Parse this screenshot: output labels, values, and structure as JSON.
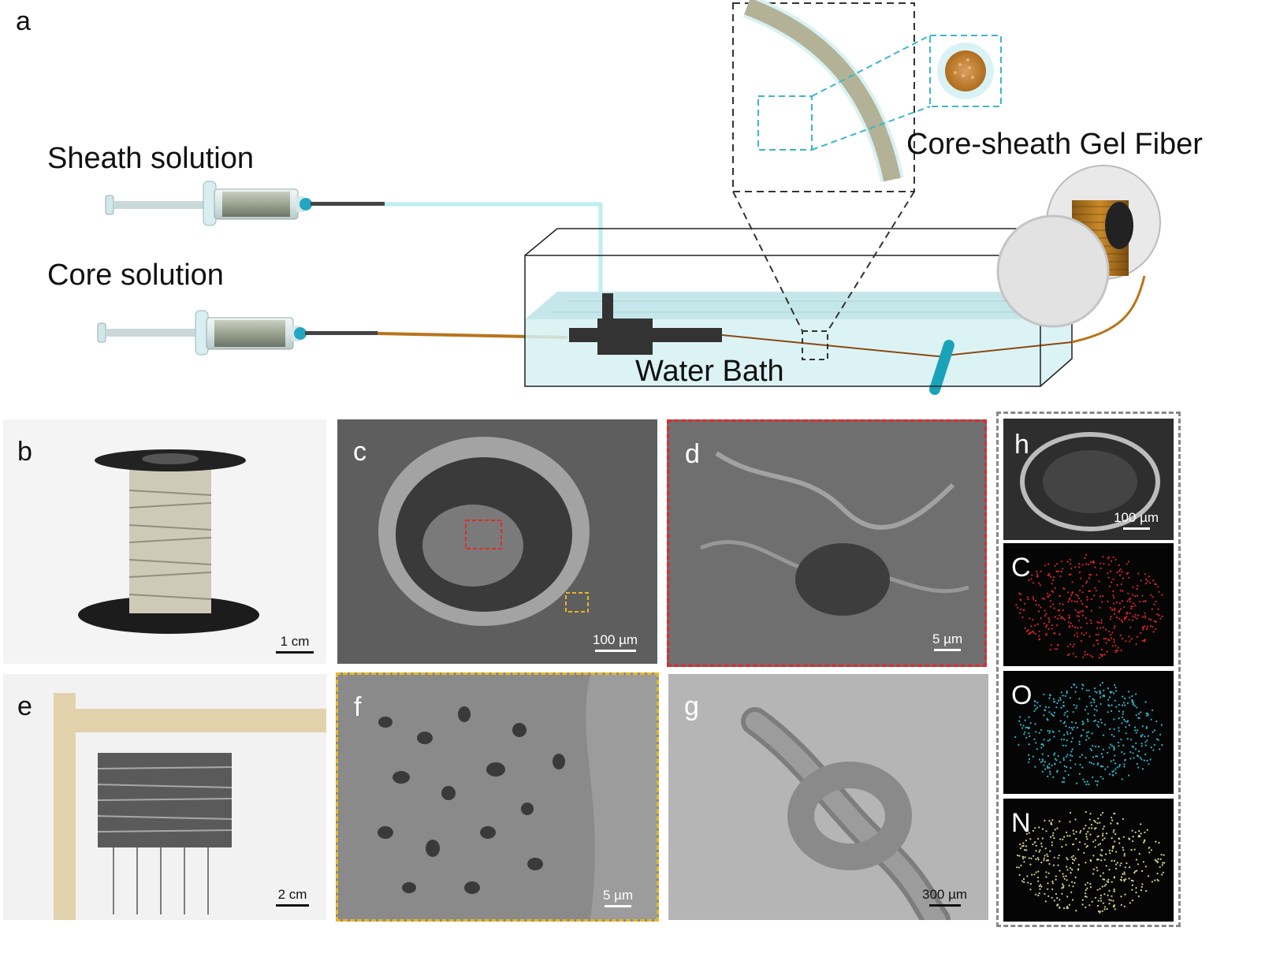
{
  "panel_a": {
    "label": "a",
    "sheath_label": "Sheath solution",
    "core_label": "Core solution",
    "water_bath_label": "Water Bath",
    "fiber_label": "Core-sheath Gel Fiber"
  },
  "panels": {
    "b": {
      "label": "b",
      "scale": "1 cm"
    },
    "c": {
      "label": "c",
      "scale": "100 µm"
    },
    "d": {
      "label": "d",
      "scale": "5 µm"
    },
    "e": {
      "label": "e",
      "scale": "2 cm"
    },
    "f": {
      "label": "f",
      "scale": "5 µm"
    },
    "g": {
      "label": "g",
      "scale": "300 µm"
    },
    "h": {
      "label": "h",
      "scale": "100 µm"
    }
  },
  "eds_maps": [
    {
      "element": "C",
      "color": "#e0242a"
    },
    {
      "element": "O",
      "color": "#2bb8cc"
    },
    {
      "element": "N",
      "color": "#d8d38a"
    }
  ],
  "colors": {
    "sheath_line": "#bfeef2",
    "core_line": "#b8741c",
    "water": "#d6f1f3",
    "box_red": "#e02a2a",
    "box_yellow": "#e8b820",
    "box_cyan": "#3bb6cc",
    "box_gray": "#888888"
  }
}
